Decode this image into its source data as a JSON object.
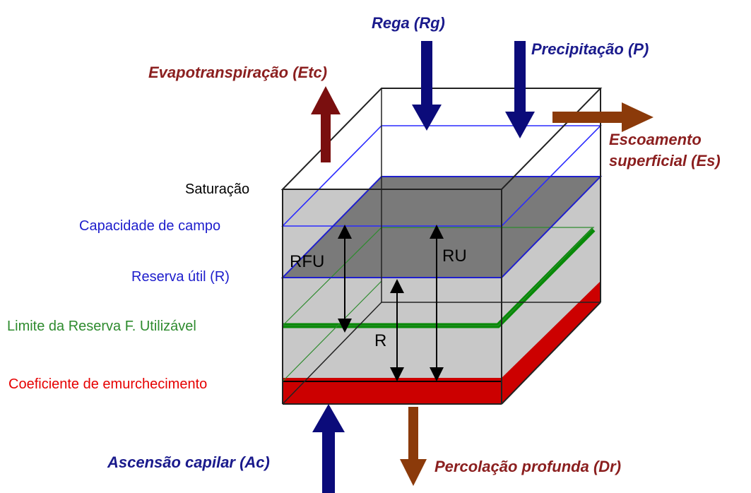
{
  "flows": {
    "rega": "Rega (Rg)",
    "precipitacao": "Precipitação (P)",
    "evapotranspiracao": "Evapotranspiração (Etc)",
    "escoamento_line1": "Escoamento",
    "escoamento_line2": "superficial (Es)",
    "ascensao": "Ascensão capilar (Ac)",
    "percolacao": "Percolação profunda (Dr)"
  },
  "levels": {
    "saturacao": "Saturação",
    "capacidade_campo": "Capacidade de campo",
    "reserva_util": "Reserva útil (R)",
    "limite_rfu": "Limite da Reserva F. Utilizável",
    "coeficiente": "Coeficiente de emurchecimento"
  },
  "dimensions": {
    "rfu": "RFU",
    "ru": "RU",
    "r": "R"
  },
  "colors": {
    "in_flow": "#0b0b7a",
    "out_flow_evap": "#7a0f0f",
    "out_flow_runoff": "#8b3a0a",
    "label_blue": "#1d1dcc",
    "label_green": "#2e8b2e",
    "label_red": "#e60000",
    "label_brown": "#8b1f1f",
    "dark_label": "#1a1a8c",
    "soil_grey": "#c8c8c8",
    "wet_grey": "#808080",
    "bottom_red": "#cc0000",
    "rfu_green": "#078a07"
  }
}
